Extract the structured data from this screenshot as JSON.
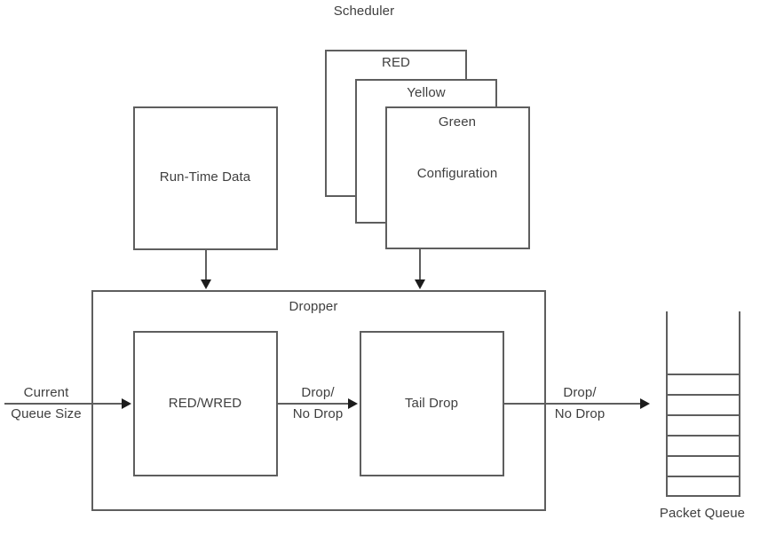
{
  "diagram": {
    "title": "Scheduler",
    "nodes": {
      "run_time_data": "Run-Time Data",
      "card_red": "RED",
      "card_yellow": "Yellow",
      "card_green_top": "Green",
      "card_green_body": "Configuration",
      "dropper": "Dropper",
      "red_wred": "RED/WRED",
      "tail_drop": "Tail Drop",
      "packet_queue": "Packet Queue"
    },
    "edge_labels": {
      "current_queue_size_line1": "Current",
      "current_queue_size_line2": "Queue Size",
      "drop_mid_line1": "Drop/",
      "drop_mid_line2": "No Drop",
      "drop_out_line1": "Drop/",
      "drop_out_line2": "No Drop"
    },
    "colors": {
      "stroke": "#5e5e5e",
      "arrow": "#1c1c1c",
      "text": "#3f3f3f",
      "background": "#ffffff"
    },
    "queue": {
      "cell_count": 6
    }
  }
}
